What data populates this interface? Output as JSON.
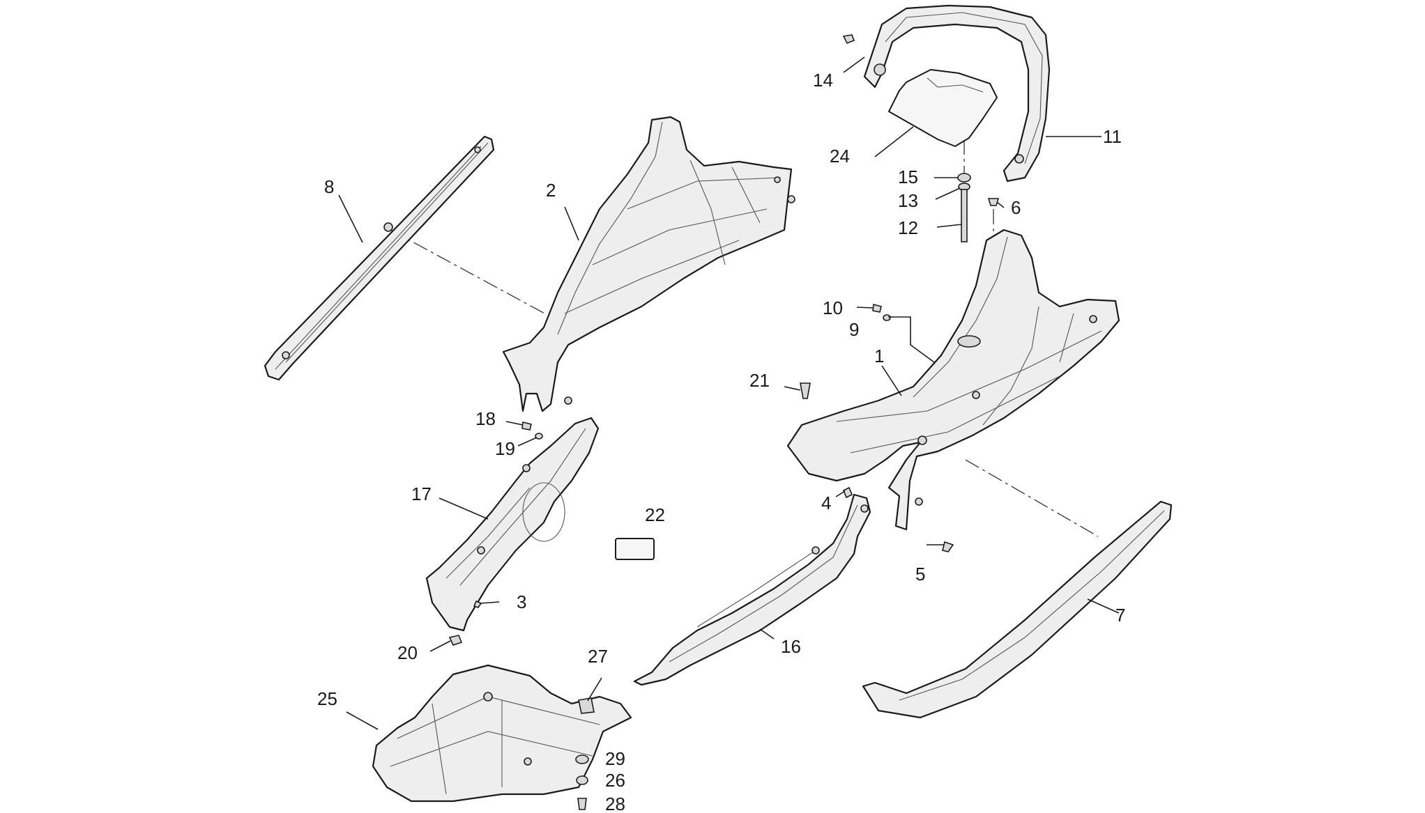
{
  "callouts": [
    {
      "id": "c1",
      "text": "1"
    },
    {
      "id": "c2",
      "text": "2"
    },
    {
      "id": "c3",
      "text": "3"
    },
    {
      "id": "c4",
      "text": "4"
    },
    {
      "id": "c5",
      "text": "5"
    },
    {
      "id": "c6",
      "text": "6"
    },
    {
      "id": "c7",
      "text": "7"
    },
    {
      "id": "c8",
      "text": "8"
    },
    {
      "id": "c9",
      "text": "9"
    },
    {
      "id": "c10",
      "text": "10"
    },
    {
      "id": "c11",
      "text": "11"
    },
    {
      "id": "c12",
      "text": "12"
    },
    {
      "id": "c13",
      "text": "13"
    },
    {
      "id": "c14",
      "text": "14"
    },
    {
      "id": "c15",
      "text": "15"
    },
    {
      "id": "c16",
      "text": "16"
    },
    {
      "id": "c17",
      "text": "17"
    },
    {
      "id": "c18",
      "text": "18"
    },
    {
      "id": "c19",
      "text": "19"
    },
    {
      "id": "c20",
      "text": "20"
    },
    {
      "id": "c21",
      "text": "21"
    },
    {
      "id": "c22",
      "text": "22"
    },
    {
      "id": "c24",
      "text": "24"
    },
    {
      "id": "c25",
      "text": "25"
    },
    {
      "id": "c26",
      "text": "26"
    },
    {
      "id": "c27",
      "text": "27"
    },
    {
      "id": "c28",
      "text": "28"
    },
    {
      "id": "c29",
      "text": "29"
    }
  ]
}
